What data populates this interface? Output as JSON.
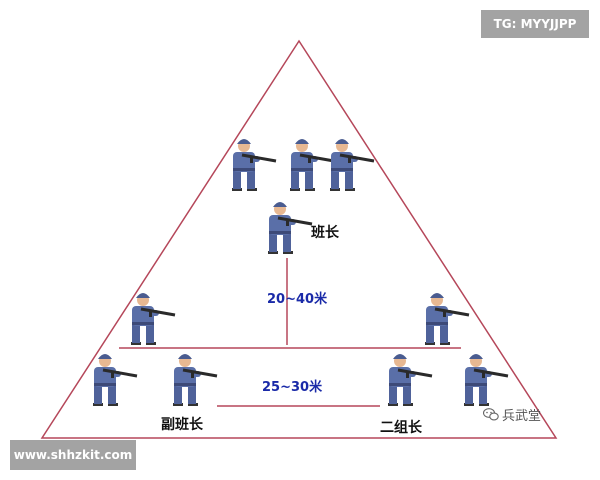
{
  "watermark_top": "TG: MYYJJPP",
  "watermark_bottom": "www.shhzkit.com",
  "source_watermark": {
    "text": "兵武堂",
    "icon": "wechat-icon"
  },
  "labels": {
    "squad_leader": "班长",
    "deputy_squad_leader": "副班长",
    "group2_leader": "二组长",
    "distance_vertical": "20~40米",
    "distance_horizontal": "25~30米"
  },
  "colors": {
    "triangle": "#b5475a",
    "distance_text": "#1a2aa8",
    "uniform": "#5a6fa8",
    "skin": "#e7b892"
  },
  "soldier_count": 10
}
